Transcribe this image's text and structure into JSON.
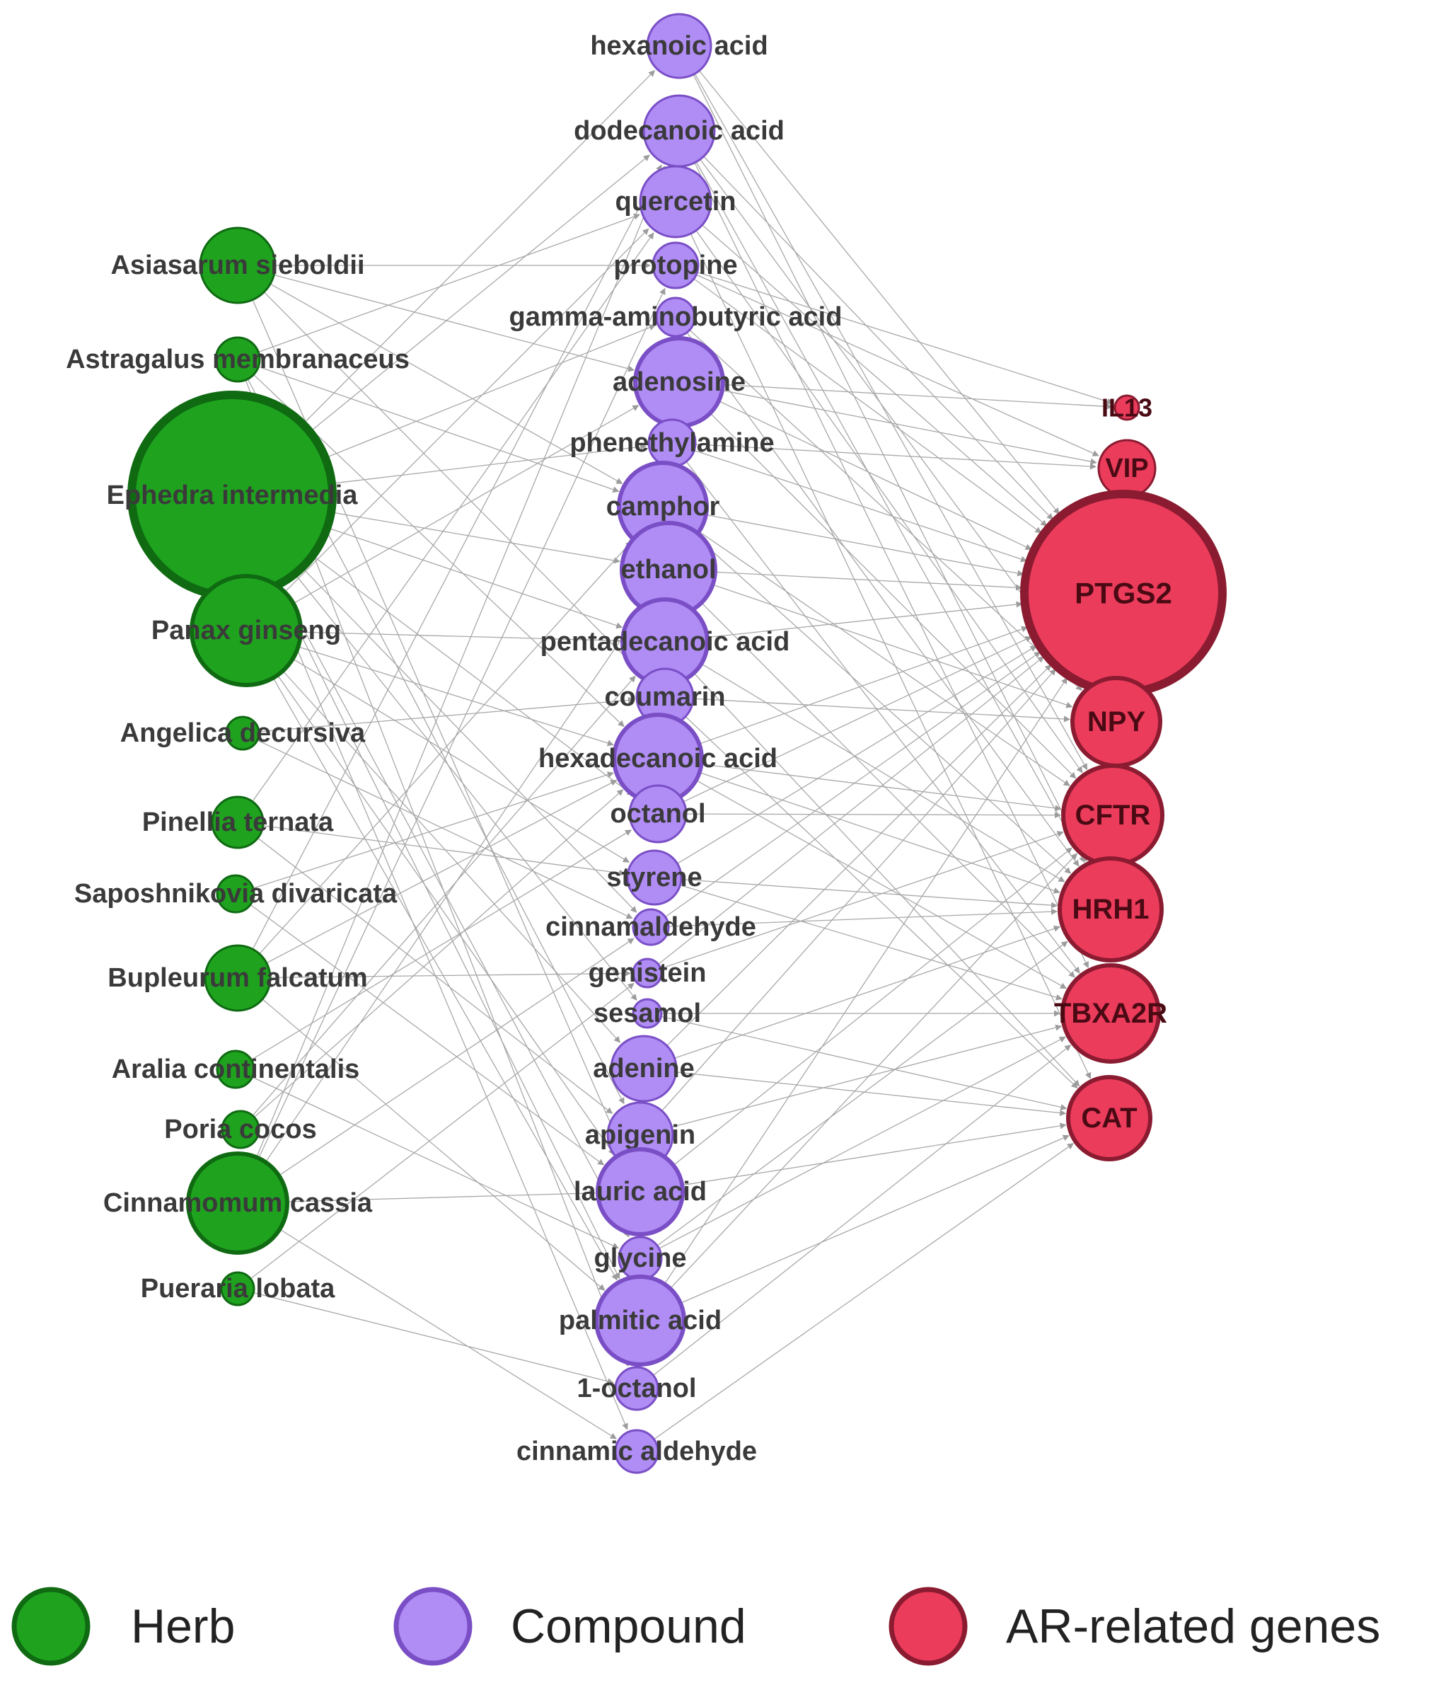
{
  "colors": {
    "herb_fill": "#1fa31f",
    "herb_stroke": "#0f6a12",
    "compound_fill": "#b08cf5",
    "compound_stroke": "#7a4fc6",
    "gene_fill": "#ec3c5c",
    "gene_stroke": "#8a1b30",
    "edge": "#a8a8a8"
  },
  "herbs": [
    {
      "label": "Asiasarum sieboldii",
      "size": 1
    },
    {
      "label": "Astragalus membranaceus",
      "size": 0.5
    },
    {
      "label": "Ephedra intermedia",
      "size": 6
    },
    {
      "label": "Panax ginseng",
      "size": 2
    },
    {
      "label": "Angelica decursiva",
      "size": 0.2
    },
    {
      "label": "Pinellia ternata",
      "size": 0.5
    },
    {
      "label": "Saposhnikovia divaricata",
      "size": 0.3
    },
    {
      "label": "Bupleurum falcatum",
      "size": 0.8
    },
    {
      "label": "Aralia continentalis",
      "size": 0.3
    },
    {
      "label": "Poria cocos",
      "size": 0.3
    },
    {
      "label": "Cinnamomum cassia",
      "size": 1.6
    },
    {
      "label": "Pueraria lobata",
      "size": 0.3
    }
  ],
  "compounds": [
    {
      "label": "hexanoic acid",
      "size": 0.9
    },
    {
      "label": "dodecanoic acid",
      "size": 1.2
    },
    {
      "label": "quercetin",
      "size": 1.2
    },
    {
      "label": "protopine",
      "size": 0.7
    },
    {
      "label": "gamma-aminobutyric acid",
      "size": 0.5
    },
    {
      "label": "adenosine",
      "size": 1.5
    },
    {
      "label": "phenethylamine",
      "size": 0.8
    },
    {
      "label": "camphor",
      "size": 1.5
    },
    {
      "label": "ethanol",
      "size": 1.6
    },
    {
      "label": "pentadecanoic acid",
      "size": 1.5
    },
    {
      "label": "coumarin",
      "size": 1.1
    },
    {
      "label": "hexadecanoic acid",
      "size": 1.6
    },
    {
      "label": "octanol",
      "size": 1.0
    },
    {
      "label": "styrene",
      "size": 0.9
    },
    {
      "label": "cinnamaldehyde",
      "size": 0.6
    },
    {
      "label": "genistein",
      "size": 0.5
    },
    {
      "label": "sesamol",
      "size": 0.5
    },
    {
      "label": "adenine",
      "size": 1.1
    },
    {
      "label": "apigenin",
      "size": 1.1
    },
    {
      "label": "lauric acid",
      "size": 1.5
    },
    {
      "label": "glycine",
      "size": 0.7
    },
    {
      "label": "palmitic acid",
      "size": 1.6
    },
    {
      "label": "1-octanol",
      "size": 0.6
    },
    {
      "label": "cinnamic aldehyde",
      "size": 0.6
    }
  ],
  "genes": [
    {
      "label": "IL13",
      "size": 0.2
    },
    {
      "label": "VIP",
      "size": 0.6
    },
    {
      "label": "PTGS2",
      "size": 6
    },
    {
      "label": "NPY",
      "size": 1.0
    },
    {
      "label": "CFTR",
      "size": 1.4
    },
    {
      "label": "HRH1",
      "size": 1.5
    },
    {
      "label": "TBXA2R",
      "size": 1.5
    },
    {
      "label": "CAT",
      "size": 1.0
    }
  ],
  "edges": [
    [
      0,
      3
    ],
    [
      0,
      5
    ],
    [
      0,
      7
    ],
    [
      0,
      10
    ],
    [
      0,
      19
    ],
    [
      1,
      2
    ],
    [
      1,
      7
    ],
    [
      1,
      11
    ],
    [
      1,
      18
    ],
    [
      1,
      22
    ],
    [
      2,
      0
    ],
    [
      2,
      1
    ],
    [
      2,
      4
    ],
    [
      2,
      6
    ],
    [
      2,
      8
    ],
    [
      2,
      9
    ],
    [
      2,
      12
    ],
    [
      2,
      14
    ],
    [
      2,
      16
    ],
    [
      2,
      20
    ],
    [
      2,
      21
    ],
    [
      2,
      23
    ],
    [
      3,
      2
    ],
    [
      3,
      5
    ],
    [
      3,
      9
    ],
    [
      3,
      11
    ],
    [
      3,
      13
    ],
    [
      3,
      17
    ],
    [
      3,
      19
    ],
    [
      3,
      21
    ],
    [
      4,
      10
    ],
    [
      4,
      14
    ],
    [
      5,
      2
    ],
    [
      5,
      13
    ],
    [
      5,
      18
    ],
    [
      6,
      11
    ],
    [
      6,
      19
    ],
    [
      7,
      1
    ],
    [
      7,
      7
    ],
    [
      7,
      11
    ],
    [
      7,
      15
    ],
    [
      7,
      21
    ],
    [
      8,
      12
    ],
    [
      8,
      20
    ],
    [
      9,
      9
    ],
    [
      9,
      11
    ],
    [
      10,
      1
    ],
    [
      10,
      3
    ],
    [
      10,
      8
    ],
    [
      10,
      14
    ],
    [
      10,
      19
    ],
    [
      10,
      23
    ],
    [
      11,
      15
    ],
    [
      11,
      22
    ]
  ],
  "gene_edges": [
    [
      0,
      2
    ],
    [
      0,
      5
    ],
    [
      0,
      4
    ],
    [
      1,
      2
    ],
    [
      1,
      3
    ],
    [
      1,
      5
    ],
    [
      1,
      6
    ],
    [
      2,
      4
    ],
    [
      2,
      2
    ],
    [
      2,
      7
    ],
    [
      3,
      0
    ],
    [
      3,
      1
    ],
    [
      3,
      2
    ],
    [
      4,
      3
    ],
    [
      4,
      5
    ],
    [
      5,
      0
    ],
    [
      5,
      1
    ],
    [
      5,
      2
    ],
    [
      5,
      4
    ],
    [
      6,
      1
    ],
    [
      6,
      2
    ],
    [
      6,
      6
    ],
    [
      7,
      2
    ],
    [
      7,
      4
    ],
    [
      7,
      5
    ],
    [
      8,
      2
    ],
    [
      8,
      3
    ],
    [
      8,
      6
    ],
    [
      9,
      2
    ],
    [
      9,
      5
    ],
    [
      9,
      7
    ],
    [
      10,
      3
    ],
    [
      10,
      7
    ],
    [
      11,
      2
    ],
    [
      11,
      4
    ],
    [
      11,
      5
    ],
    [
      11,
      6
    ],
    [
      12,
      2
    ],
    [
      12,
      4
    ],
    [
      13,
      2
    ],
    [
      13,
      6
    ],
    [
      13,
      5
    ],
    [
      14,
      2
    ],
    [
      14,
      5
    ],
    [
      15,
      2
    ],
    [
      15,
      4
    ],
    [
      16,
      6
    ],
    [
      16,
      7
    ],
    [
      17,
      2
    ],
    [
      17,
      5
    ],
    [
      17,
      7
    ],
    [
      18,
      2
    ],
    [
      18,
      6
    ],
    [
      19,
      4
    ],
    [
      19,
      7
    ],
    [
      20,
      5
    ],
    [
      20,
      6
    ],
    [
      21,
      2
    ],
    [
      21,
      4
    ],
    [
      21,
      7
    ],
    [
      22,
      6
    ],
    [
      23,
      7
    ]
  ],
  "legend": [
    {
      "label": "Herb",
      "type": "herb"
    },
    {
      "label": "Compound",
      "type": "compound"
    },
    {
      "label": "AR-related genes",
      "type": "gene"
    }
  ]
}
